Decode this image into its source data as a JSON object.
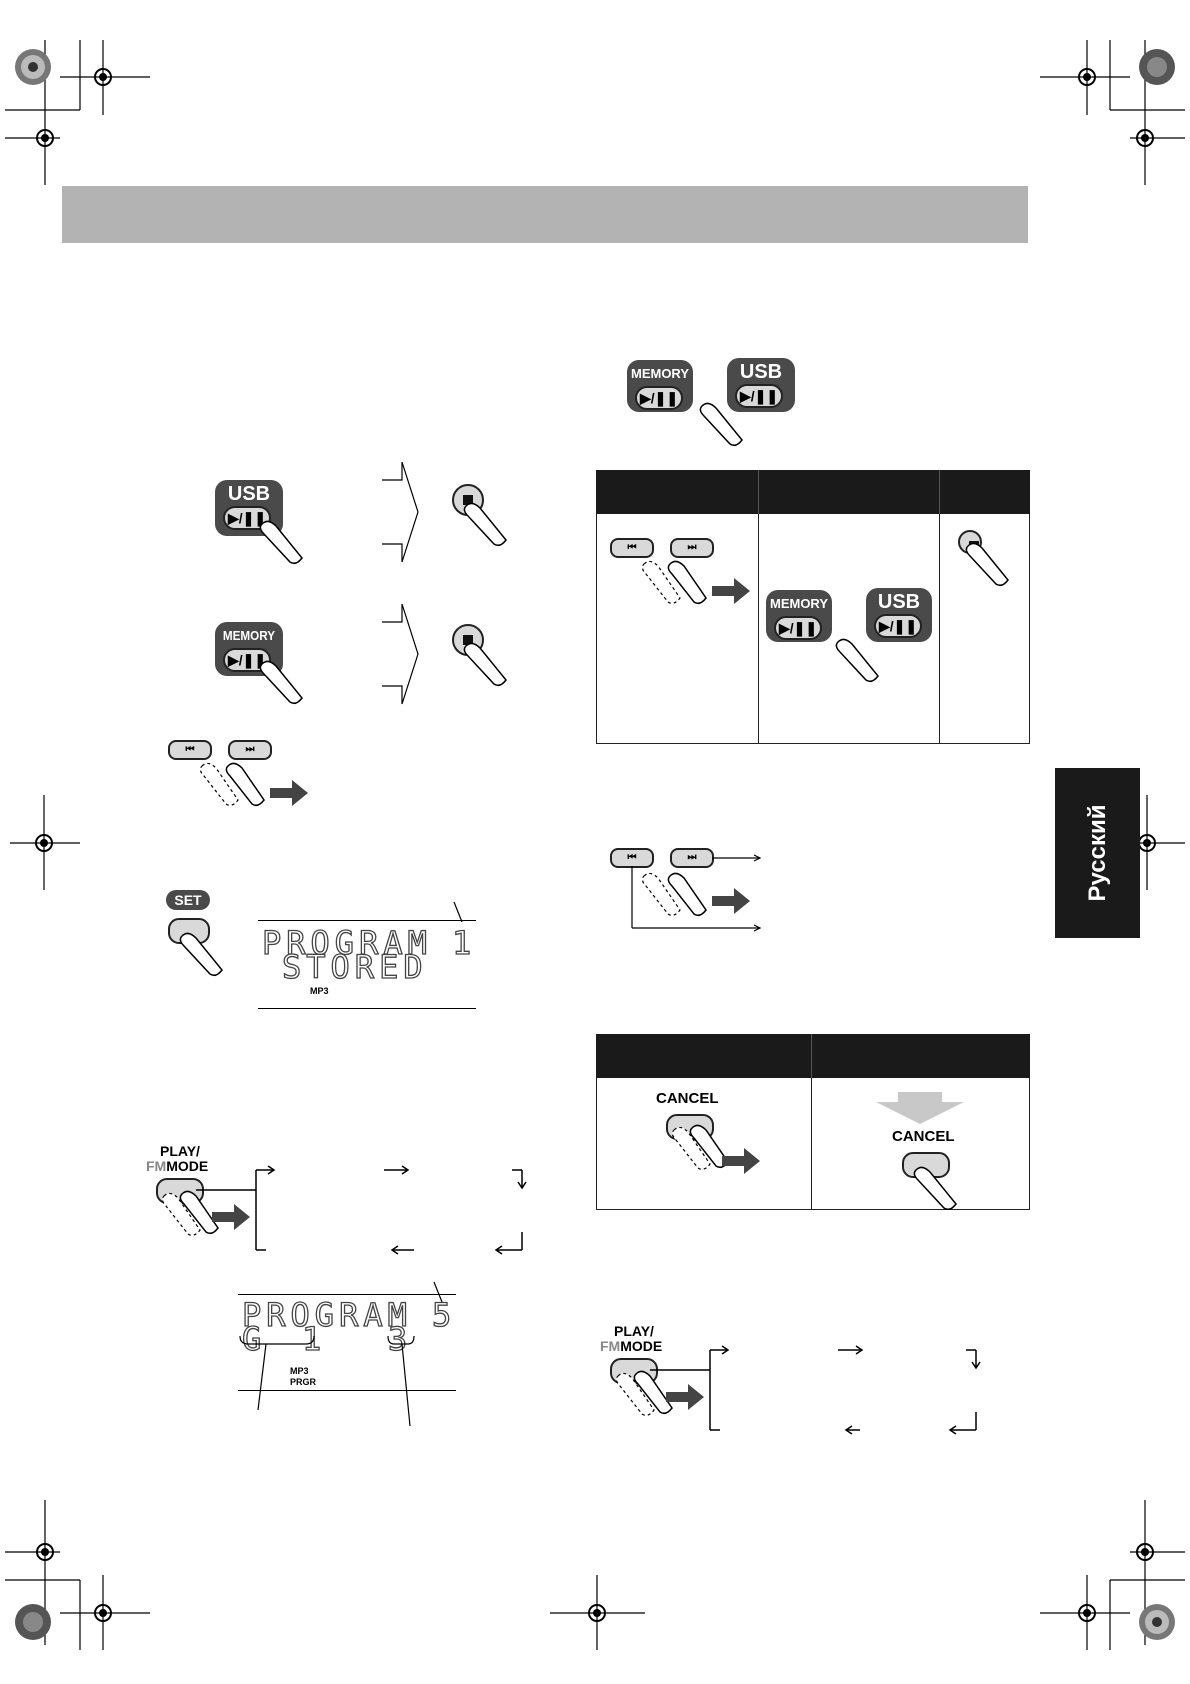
{
  "language_tab": "Русский",
  "buttons": {
    "usb": "USB",
    "memory": "MEMORY",
    "play_pause": "▶/❚❚",
    "set": "SET",
    "cancel": "CANCEL",
    "play_mode_top": "PLAY/",
    "play_mode_fm": "FM",
    "play_mode_mode": "MODE",
    "prev": "⏮",
    "next": "⏭"
  },
  "display1": {
    "line1": "PROGRAM",
    "line2": "STORED",
    "number": "1",
    "indicator": "MP3"
  },
  "display2": {
    "line1": "PROGRAM",
    "group": "G",
    "group_num": "1",
    "track": "3",
    "number": "5",
    "indicator1": "MP3",
    "indicator2": "PRGR"
  },
  "colors": {
    "header_band": "#b3b3b3",
    "tab_bg": "#1a1a1a",
    "button_dark": "#4a4a4a"
  },
  "icons": [
    "registration-mark-icon",
    "finger-press-icon",
    "arrow-right-icon",
    "stop-icon"
  ]
}
